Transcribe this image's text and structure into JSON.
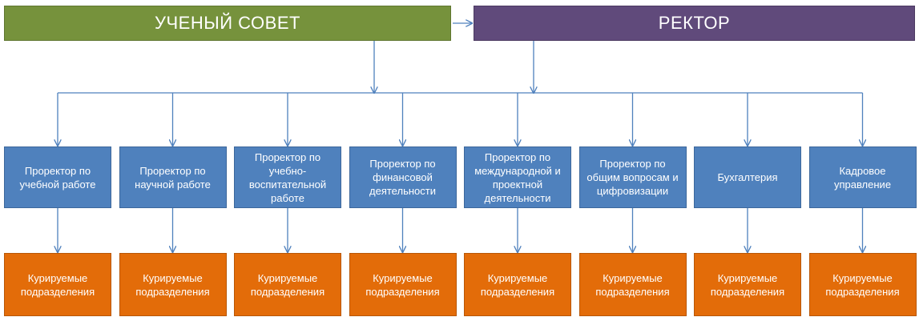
{
  "top": {
    "board_label": "УЧЕНЫЙ СОВЕТ",
    "rector_label": "РЕКТОР"
  },
  "units": [
    {
      "label": "Проректор по учебной работе",
      "sub": "Курируемые подразделения"
    },
    {
      "label": "Проректор по научной работе",
      "sub": "Курируемые подразделения"
    },
    {
      "label": "Проректор по учебно-воспитательной работе",
      "sub": "Курируемые подразделения"
    },
    {
      "label": "Проректор по финансовой деятельности",
      "sub": "Курируемые подразделения"
    },
    {
      "label": "Проректор по международной и проектной деятельности",
      "sub": "Курируемые подразделения"
    },
    {
      "label": "Проректор по общим вопросам и цифровизации",
      "sub": "Курируемые подразделения"
    },
    {
      "label": "Бухгалтерия",
      "sub": "Курируемые подразделения"
    },
    {
      "label": "Кадровое управление",
      "sub": "Курируемые подразделения"
    }
  ],
  "colors": {
    "board": "#76923c",
    "rector": "#604a7b",
    "unit": "#4f81bd",
    "sub": "#e36c09",
    "connector": "#4f81bd"
  }
}
